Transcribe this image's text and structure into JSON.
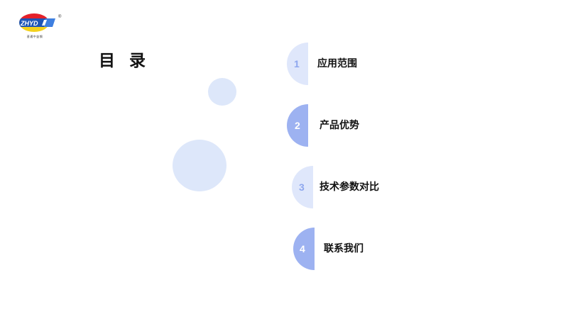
{
  "logo": {
    "text": "ZHYD",
    "registered_mark": "®",
    "subtitle": "晋通中益钢",
    "colors": {
      "top": "#e4212a",
      "bottom": "#f3d11d",
      "band": "#1d55b7",
      "accent": "#3e7fe0"
    }
  },
  "slide": {
    "title": "目 录"
  },
  "toc": {
    "items": [
      {
        "number": "1",
        "label": "应用范围"
      },
      {
        "number": "2",
        "label": "产品优势"
      },
      {
        "number": "3",
        "label": "技术参数对比"
      },
      {
        "number": "4",
        "label": "联系我们"
      }
    ]
  },
  "colors": {
    "light_disc": "#dfe7fb",
    "dark_disc": "#9db2f1",
    "light_number": "#8ea7ee",
    "decorative_circle": "#dde7fa"
  }
}
